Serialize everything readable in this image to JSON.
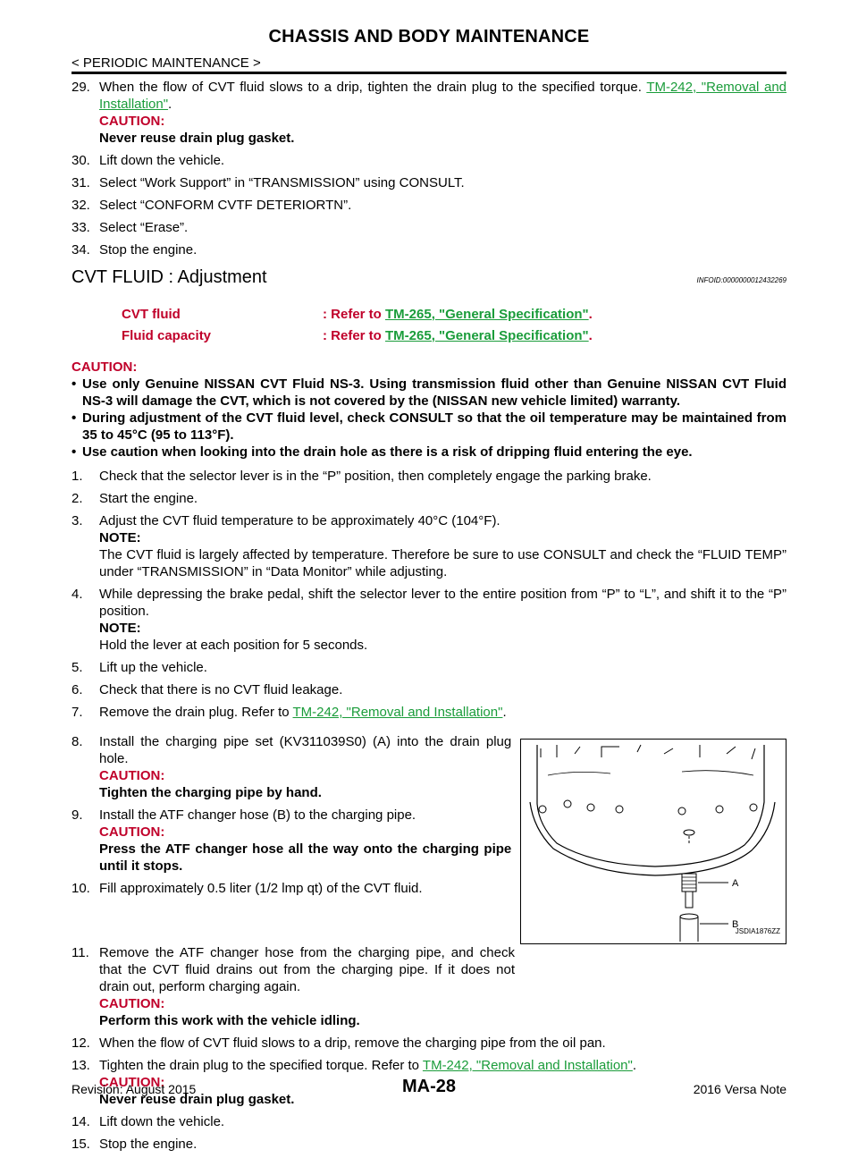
{
  "header": {
    "title": "CHASSIS AND BODY MAINTENANCE",
    "breadcrumb": "< PERIODIC MAINTENANCE >"
  },
  "top_steps": [
    {
      "num": "29.",
      "text": "When the flow of CVT fluid slows to a drip, tighten the drain plug to the specified torque.",
      "link": "TM-242, \"Removal and Installation\"",
      "after": ".",
      "caution_label": "CAUTION:",
      "caution_text": "Never reuse drain plug gasket."
    },
    {
      "num": "30.",
      "text": "Lift down the vehicle."
    },
    {
      "num": "31.",
      "text": "Select “Work Support” in “TRANSMISSION” using CONSULT."
    },
    {
      "num": "32.",
      "text": "Select “CONFORM CVTF DETERIORTN”."
    },
    {
      "num": "33.",
      "text": "Select “Erase”."
    },
    {
      "num": "34.",
      "text": "Stop the engine."
    }
  ],
  "section": {
    "title": "CVT FLUID : Adjustment",
    "infoid": "INFOID:0000000012432269"
  },
  "specs": [
    {
      "label": "CVT fluid",
      "prefix": ": Refer to ",
      "link": "TM-265, \"General Specification\"",
      "suffix": "."
    },
    {
      "label": "Fluid capacity",
      "prefix": ": Refer to ",
      "link": "TM-265, \"General Specification\"",
      "suffix": "."
    }
  ],
  "caution": {
    "label": "CAUTION:",
    "bullets": [
      "Use only Genuine NISSAN CVT Fluid NS-3. Using transmission fluid other than Genuine NISSAN CVT Fluid NS-3 will damage the CVT, which is not covered by the (NISSAN new vehicle limited) warranty.",
      "During adjustment of the CVT fluid level, check CONSULT so that the oil temperature may be maintained from 35 to 45°C (95 to 113°F).",
      "Use caution when looking into the drain hole as there is a risk of dripping fluid entering the eye."
    ]
  },
  "steps": {
    "s1": {
      "num": "1.",
      "text": "Check that the selector lever is in the “P” position, then completely engage the parking brake."
    },
    "s2": {
      "num": "2.",
      "text": "Start the engine."
    },
    "s3": {
      "num": "3.",
      "text": "Adjust the CVT fluid temperature to be approximately 40°C (104°F).",
      "note_label": "NOTE:",
      "note_text": "The CVT fluid is largely affected by temperature. Therefore be sure to use CONSULT and check the “FLUID TEMP” under “TRANSMISSION” in “Data Monitor” while adjusting."
    },
    "s4": {
      "num": "4.",
      "text": "While depressing the brake pedal, shift the selector lever to the entire position from “P” to “L”, and shift it to the “P” position.",
      "note_label": "NOTE:",
      "note_text": "Hold the lever at each position for 5 seconds."
    },
    "s5": {
      "num": "5.",
      "text": "Lift up the vehicle."
    },
    "s6": {
      "num": "6.",
      "text": "Check that there is no CVT fluid leakage."
    },
    "s7": {
      "num": "7.",
      "text": "Remove the drain plug. Refer to ",
      "link": "TM-242, \"Removal and Installation\"",
      "after": "."
    },
    "s8": {
      "num": "8.",
      "text": "Install the charging pipe set (KV311039S0) (A) into the drain plug hole.",
      "caution_label": "CAUTION:",
      "caution_text": "Tighten the charging pipe by hand."
    },
    "s9": {
      "num": "9.",
      "text": "Install the ATF changer hose (B) to the charging pipe.",
      "caution_label": "CAUTION:",
      "caution_text": "Press the ATF changer hose all the way onto the charging pipe until it stops."
    },
    "s10": {
      "num": "10.",
      "text": "Fill approximately 0.5 liter (1/2 lmp qt) of the CVT fluid."
    },
    "s11": {
      "num": "11.",
      "text": "Remove the ATF changer hose from the charging pipe, and check that the CVT fluid drains out from the charging pipe. If it does not drain out, perform charging again.",
      "caution_label": "CAUTION:",
      "caution_text": "Perform this work with the vehicle idling."
    },
    "s12": {
      "num": "12.",
      "text": "When the flow of CVT fluid slows to a drip, remove the charging pipe from the oil pan."
    },
    "s13": {
      "num": "13.",
      "text": "Tighten the drain plug to the specified torque. Refer to ",
      "link": "TM-242, \"Removal and Installation\"",
      "after": ".",
      "caution_label": "CAUTION:",
      "caution_text": "Never reuse drain plug gasket."
    },
    "s14": {
      "num": "14.",
      "text": "Lift down the vehicle."
    },
    "s15": {
      "num": "15.",
      "text": "Stop the engine."
    }
  },
  "figure": {
    "label_a": "A",
    "label_b": "B",
    "code": "JSDIA1876ZZ"
  },
  "footer": {
    "revision": "Revision: August 2015",
    "page": "MA-28",
    "model": "2016 Versa Note"
  }
}
